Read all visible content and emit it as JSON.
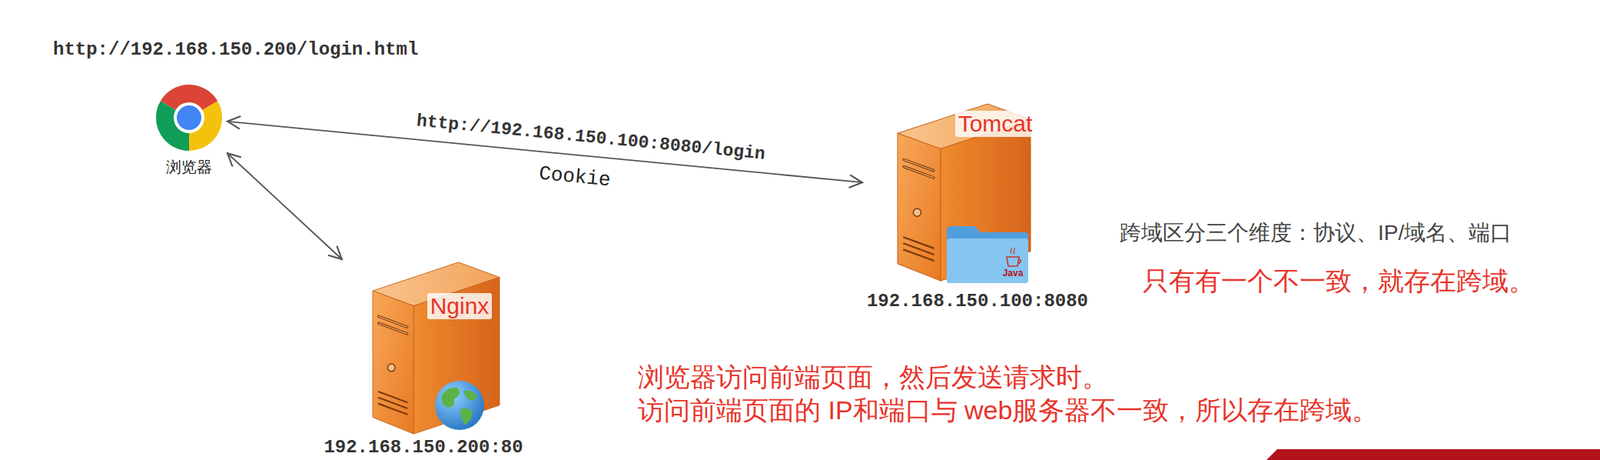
{
  "diagram": {
    "nodes": [
      {
        "text": [
          "浏览器"
        ]
      },
      {
        "text": [
          "Tomcat",
          "192.168.150.100:8080"
        ]
      },
      {
        "text": [
          "Nginx",
          "192.168.150.200:80"
        ]
      }
    ],
    "edges": [
      {
        "from": 0,
        "to": 1,
        "arrow": "both",
        "label": "Cookie"
      },
      {
        "from": 0,
        "to": 2,
        "arrow": "both"
      }
    ],
    "labels": [
      "http://192.168.150.200/login.html",
      "http://192.168.150.100:8080/login",
      "Java",
      "跨域区分三个维度：协议、IP/域名、端口",
      "只有有一个不一致，就存在跨域。",
      "浏览器访问前端页面，然后发送请求时。",
      "访问前端页面的 IP和端口与 web服务器不一致，所以存在跨域。"
    ]
  }
}
